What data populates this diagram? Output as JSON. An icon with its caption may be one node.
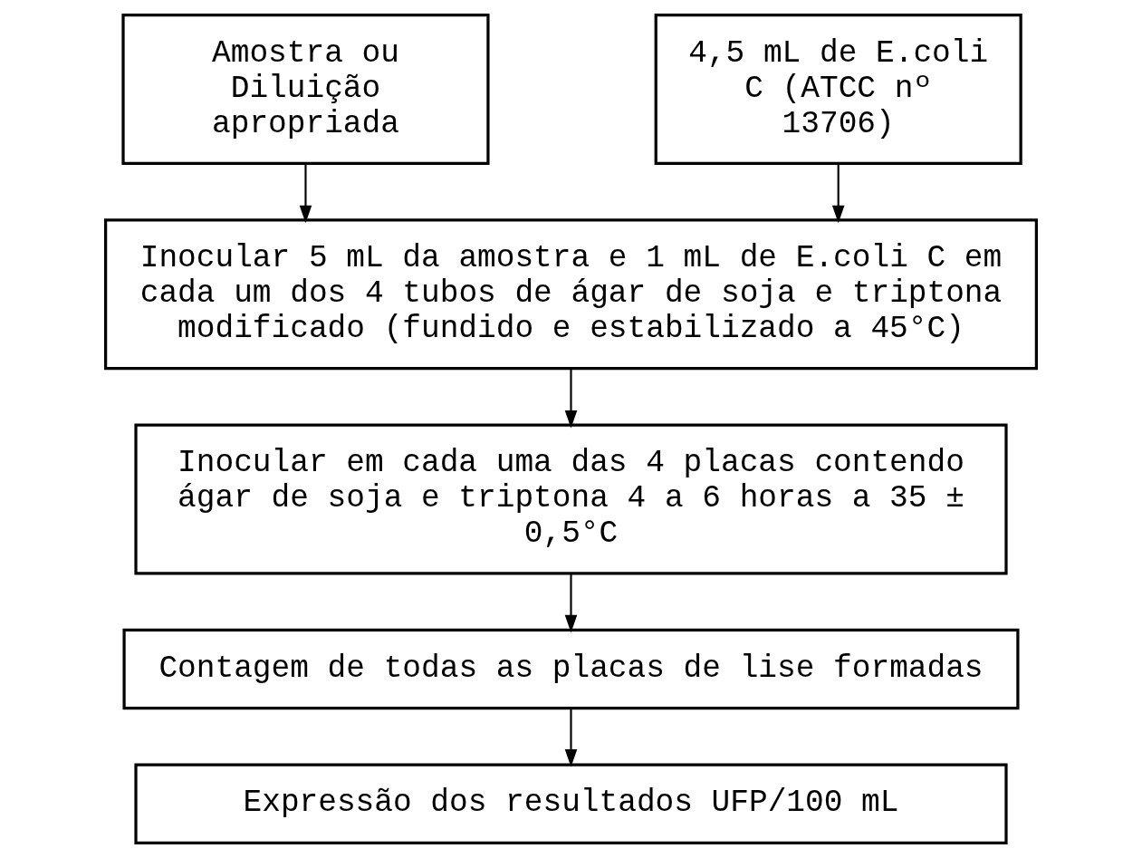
{
  "diagram": {
    "nodes": [
      {
        "text": [
          "Amostra ou Diluição apropriada"
        ]
      },
      {
        "text": [
          "4,5 mL de E.coli C (ATCC nº 13706)"
        ]
      },
      {
        "text": [
          "Inocular 5 mL da amostra e 1 mL de E.coli C em cada um dos 4 tubos de ágar de soja e triptona modificado (fundido e estabilizado a 45°C)"
        ]
      },
      {
        "text": [
          "Inocular em cada uma das 4 placas contendo ágar de soja e triptona 4 a 6 horas a 35 ± 0,5°C"
        ]
      },
      {
        "text": [
          "Contagem de todas as placas de lise formadas"
        ]
      },
      {
        "text": [
          "Expressão dos resultados UFP/100 mL"
        ]
      }
    ],
    "edges": [
      {
        "from": 0,
        "to": 2,
        "arrow": "to"
      },
      {
        "from": 1,
        "to": 2,
        "arrow": "to"
      },
      {
        "from": 2,
        "to": 3,
        "arrow": "to"
      },
      {
        "from": 3,
        "to": 4,
        "arrow": "to"
      },
      {
        "from": 4,
        "to": 5,
        "arrow": "to"
      }
    ]
  }
}
